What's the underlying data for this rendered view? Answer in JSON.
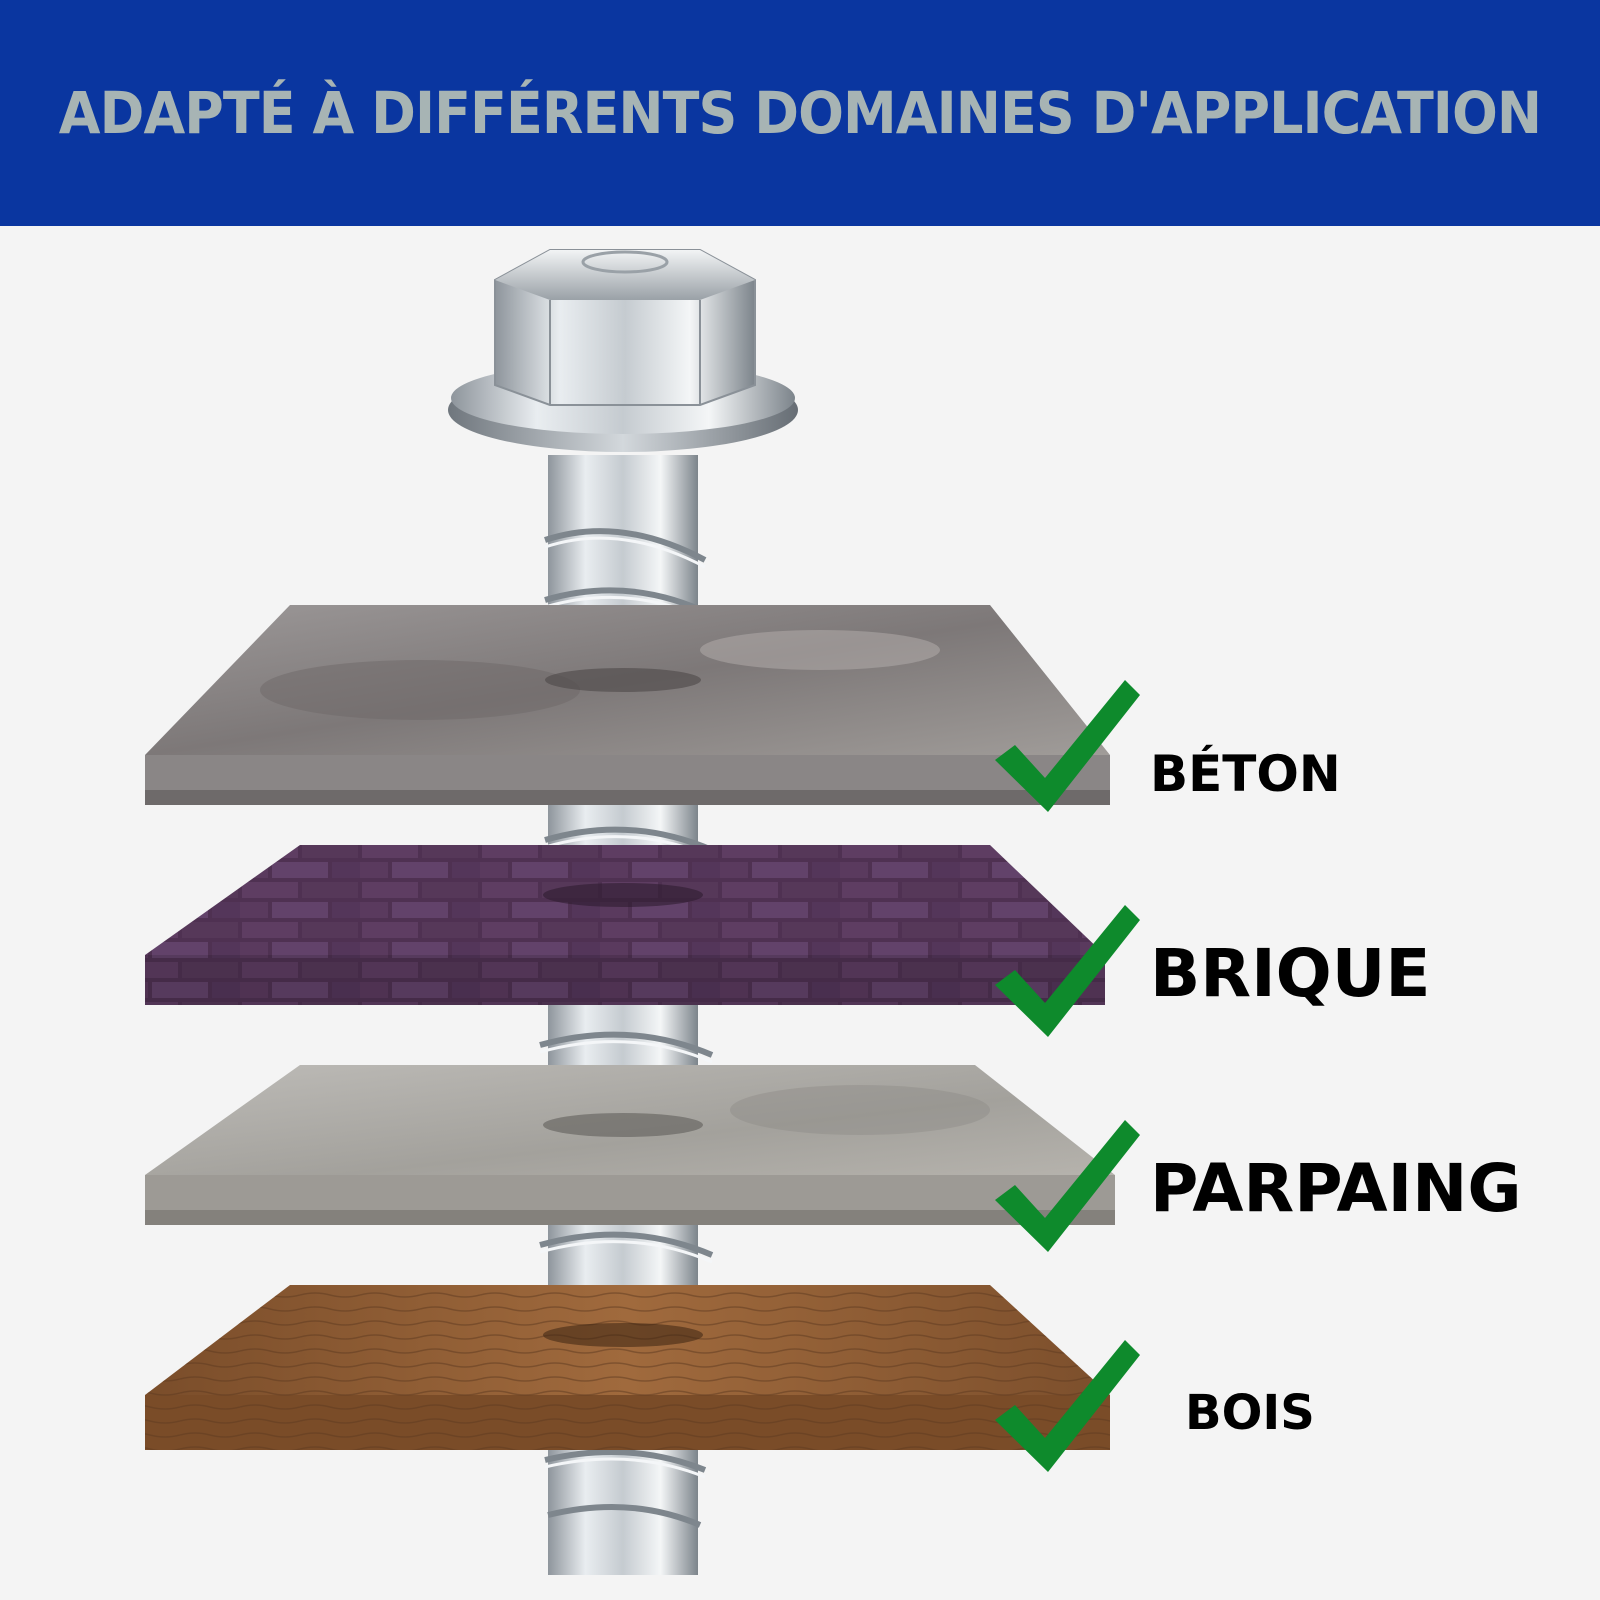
{
  "banner": {
    "title": "ADAPTÉ À DIFFÉRENTS DOMAINES D'APPLICATION",
    "background": "#0a36a0",
    "text_color": "#a7b4b4"
  },
  "materials": [
    {
      "label": "BÉTON",
      "texture": "concrete",
      "color": "#8f8c8c"
    },
    {
      "label": "BRIQUE",
      "texture": "brick",
      "color": "#5d3d61"
    },
    {
      "label": "PARPAING",
      "texture": "cinder-block",
      "color": "#a9a7a2"
    },
    {
      "label": "BOIS",
      "texture": "wood",
      "color": "#8a5a34"
    }
  ],
  "check_icon": {
    "name": "check-icon",
    "color": "#0e8a2c"
  },
  "screw_icon": {
    "name": "hex-flange-screw-icon"
  }
}
